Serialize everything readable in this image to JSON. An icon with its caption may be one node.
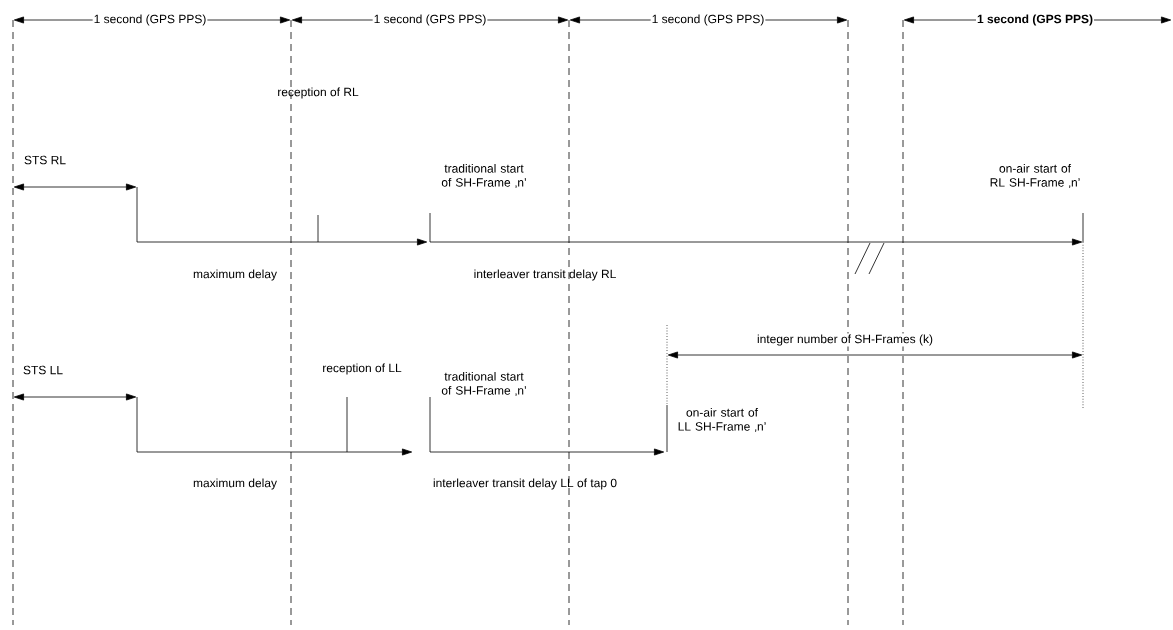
{
  "diagram": {
    "labels": [
      "1 second (GPS PPS)",
      "1 second (GPS PPS)",
      "1 second (GPS PPS)",
      "1 second (GPS PPS)",
      "STS RL",
      "reception of RL",
      "traditional start of SH-Frame ‚n’",
      "on-air start of RL SH-Frame ‚n’",
      "maximum delay",
      "interleaver transit delay RL",
      "integer number of SH-Frames (k)",
      "STS LL",
      "reception of LL",
      "traditional start of SH-Frame ‚n’",
      "on-air start of LL SH-Frame ‚n’",
      "maximum delay",
      "interleaver transit delay LL of tap 0"
    ]
  }
}
